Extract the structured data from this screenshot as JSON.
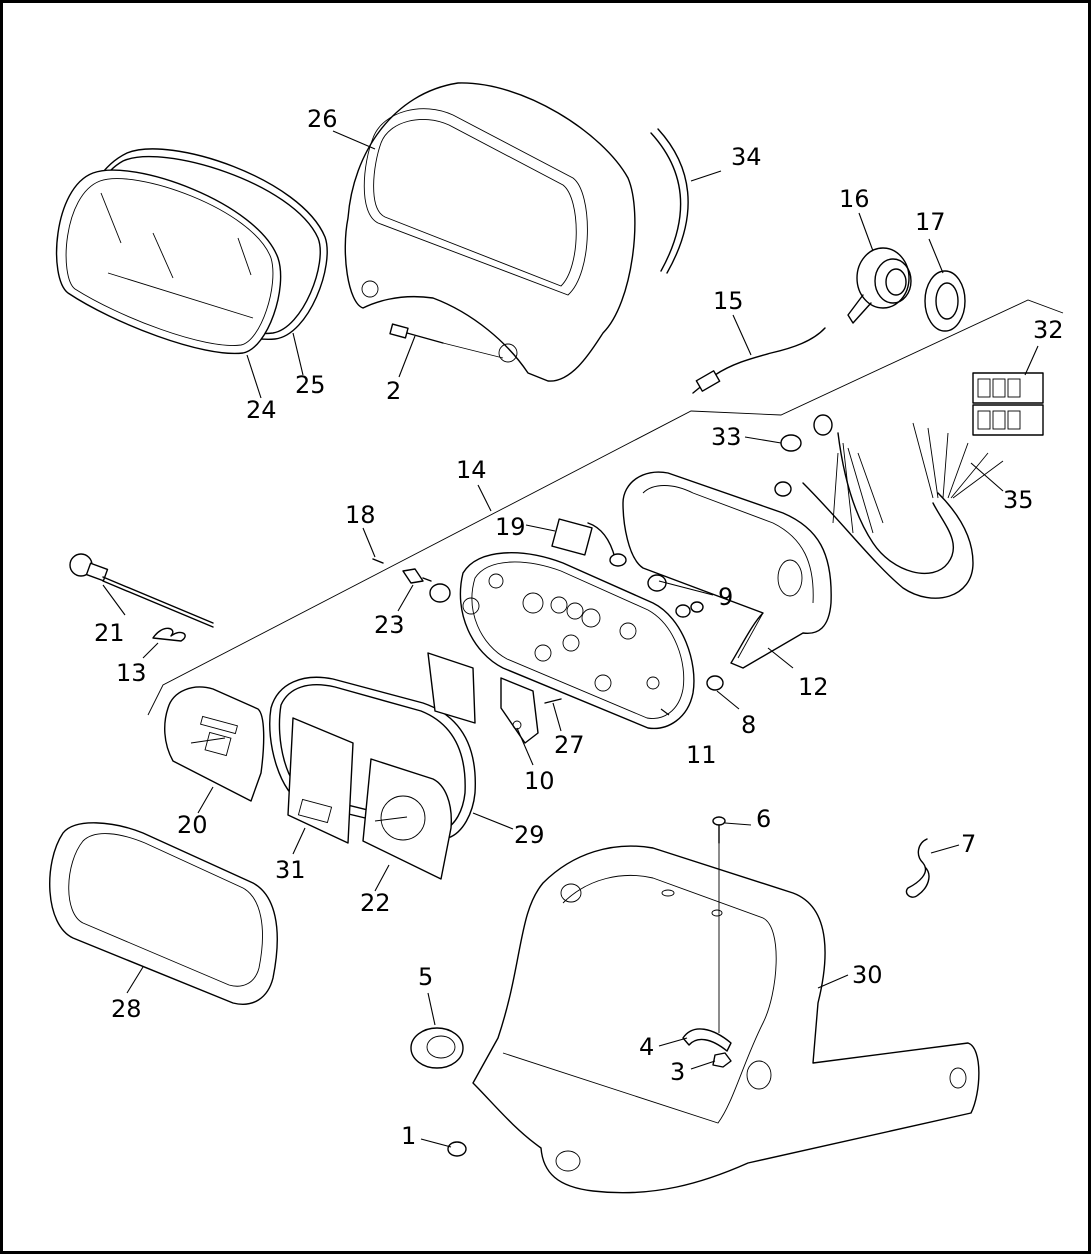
{
  "callouts": [
    {
      "id": "c1",
      "label": "1"
    },
    {
      "id": "c2",
      "label": "2"
    },
    {
      "id": "c3",
      "label": "3"
    },
    {
      "id": "c4",
      "label": "4"
    },
    {
      "id": "c5",
      "label": "5"
    },
    {
      "id": "c6",
      "label": "6"
    },
    {
      "id": "c7",
      "label": "7"
    },
    {
      "id": "c8",
      "label": "8"
    },
    {
      "id": "c9",
      "label": "9"
    },
    {
      "id": "c10",
      "label": "10"
    },
    {
      "id": "c11",
      "label": "11"
    },
    {
      "id": "c12",
      "label": "12"
    },
    {
      "id": "c13",
      "label": "13"
    },
    {
      "id": "c14",
      "label": "14"
    },
    {
      "id": "c15",
      "label": "15"
    },
    {
      "id": "c16",
      "label": "16"
    },
    {
      "id": "c17",
      "label": "17"
    },
    {
      "id": "c18",
      "label": "18"
    },
    {
      "id": "c19",
      "label": "19"
    },
    {
      "id": "c20",
      "label": "20"
    },
    {
      "id": "c21",
      "label": "21"
    },
    {
      "id": "c22",
      "label": "22"
    },
    {
      "id": "c23",
      "label": "23"
    },
    {
      "id": "c24",
      "label": "24"
    },
    {
      "id": "c25",
      "label": "25"
    },
    {
      "id": "c26",
      "label": "26"
    },
    {
      "id": "c27",
      "label": "27"
    },
    {
      "id": "c28",
      "label": "28"
    },
    {
      "id": "c29",
      "label": "29"
    },
    {
      "id": "c30",
      "label": "30"
    },
    {
      "id": "c31",
      "label": "31"
    },
    {
      "id": "c32",
      "label": "32"
    },
    {
      "id": "c33",
      "label": "33"
    },
    {
      "id": "c34",
      "label": "34"
    },
    {
      "id": "c35",
      "label": "35"
    }
  ],
  "colors": {
    "ink": "#000000",
    "paper": "#ffffff"
  }
}
